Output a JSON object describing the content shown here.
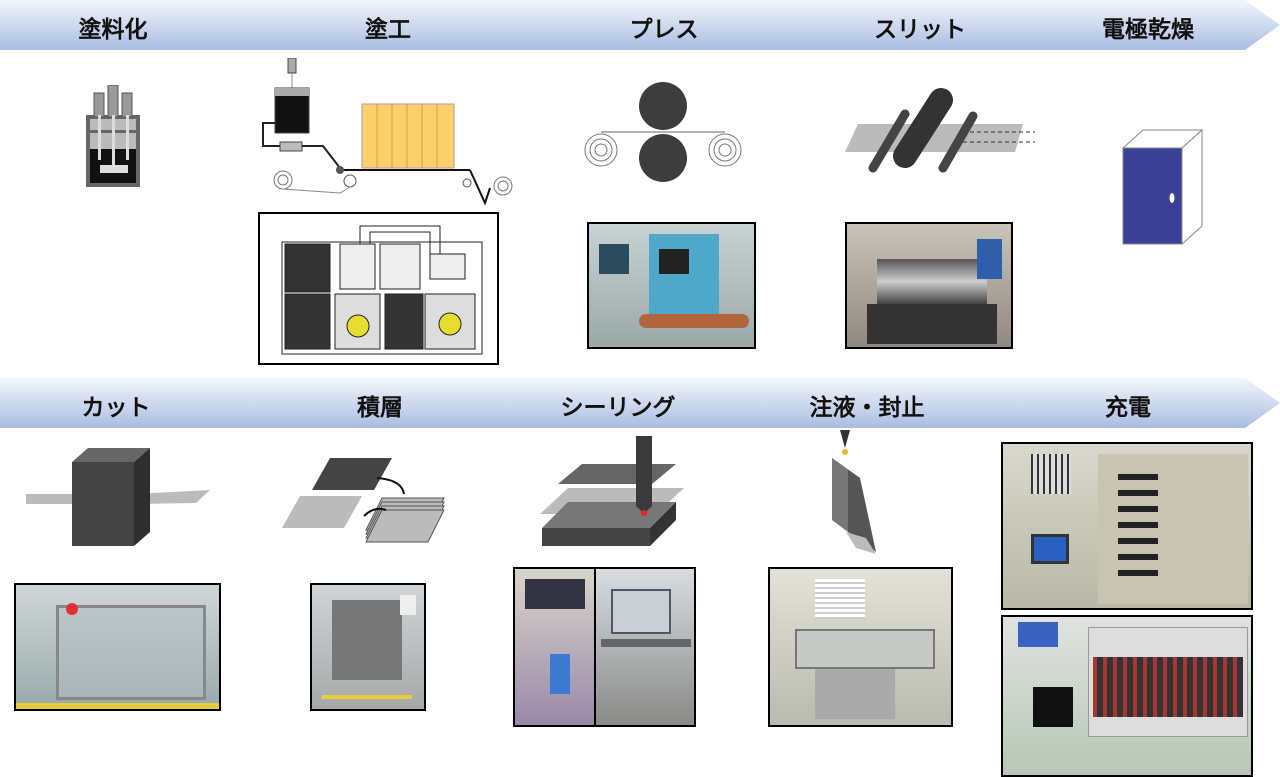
{
  "top_row": {
    "steps": [
      {
        "label": "塗料化"
      },
      {
        "label": "塗工"
      },
      {
        "label": "プレス"
      },
      {
        "label": "スリット"
      },
      {
        "label": "電極乾燥"
      }
    ]
  },
  "bottom_row": {
    "steps": [
      {
        "label": "カット"
      },
      {
        "label": "積層"
      },
      {
        "label": "シーリング"
      },
      {
        "label": "注液・封止"
      },
      {
        "label": "充電"
      }
    ]
  },
  "colors": {
    "banner_top": "#f4f6fb",
    "banner_bottom": "#a9bde2",
    "dryer": "#3b3f96",
    "coat_band": "#fbcf6a"
  }
}
